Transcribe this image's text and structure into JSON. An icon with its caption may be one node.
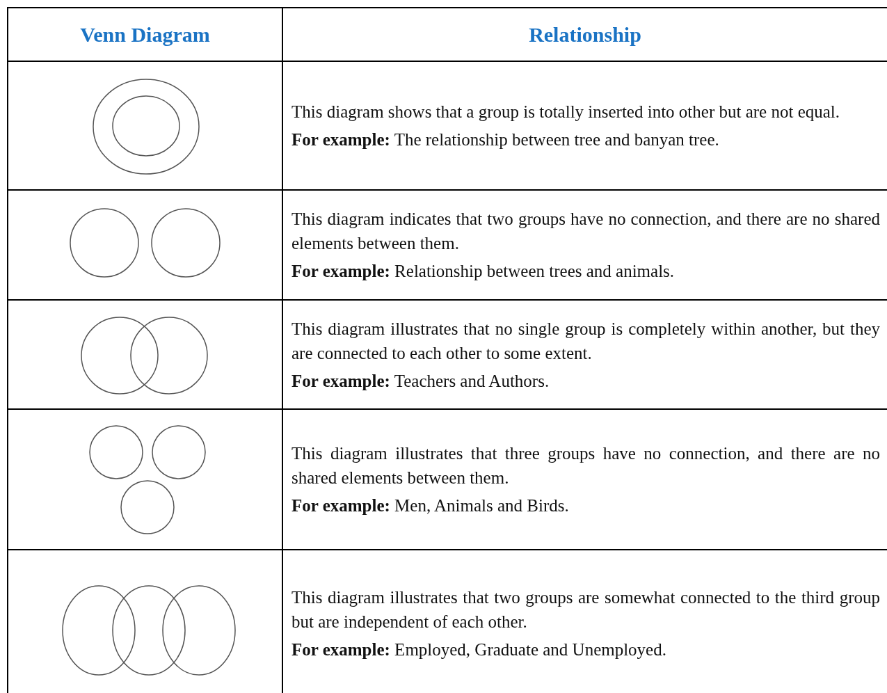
{
  "diagram": {
    "labels": [
      "Venn Diagram",
      "Relationship",
      "This diagram shows that a group is totally inserted into other but are not equal.",
      "**For example:** The relationship between tree and banyan tree.",
      "This diagram indicates that two groups have no connection, and there are no shared elements between them.",
      "**For example:** Relationship between trees and animals.",
      "This diagram illustrates that no single group is completely within another, but they are connected to each other to some extent.",
      "**For example:** Teachers and Authors.",
      "This diagram illustrates that three groups have no connection, and there are no shared elements between them.",
      "**For example:** Men, Animals and Birds.",
      "This diagram illustrates that two groups are somewhat connected to the third group but are independent of each other.",
      "**For example:** Employed, Graduate and Unemployed."
    ]
  }
}
